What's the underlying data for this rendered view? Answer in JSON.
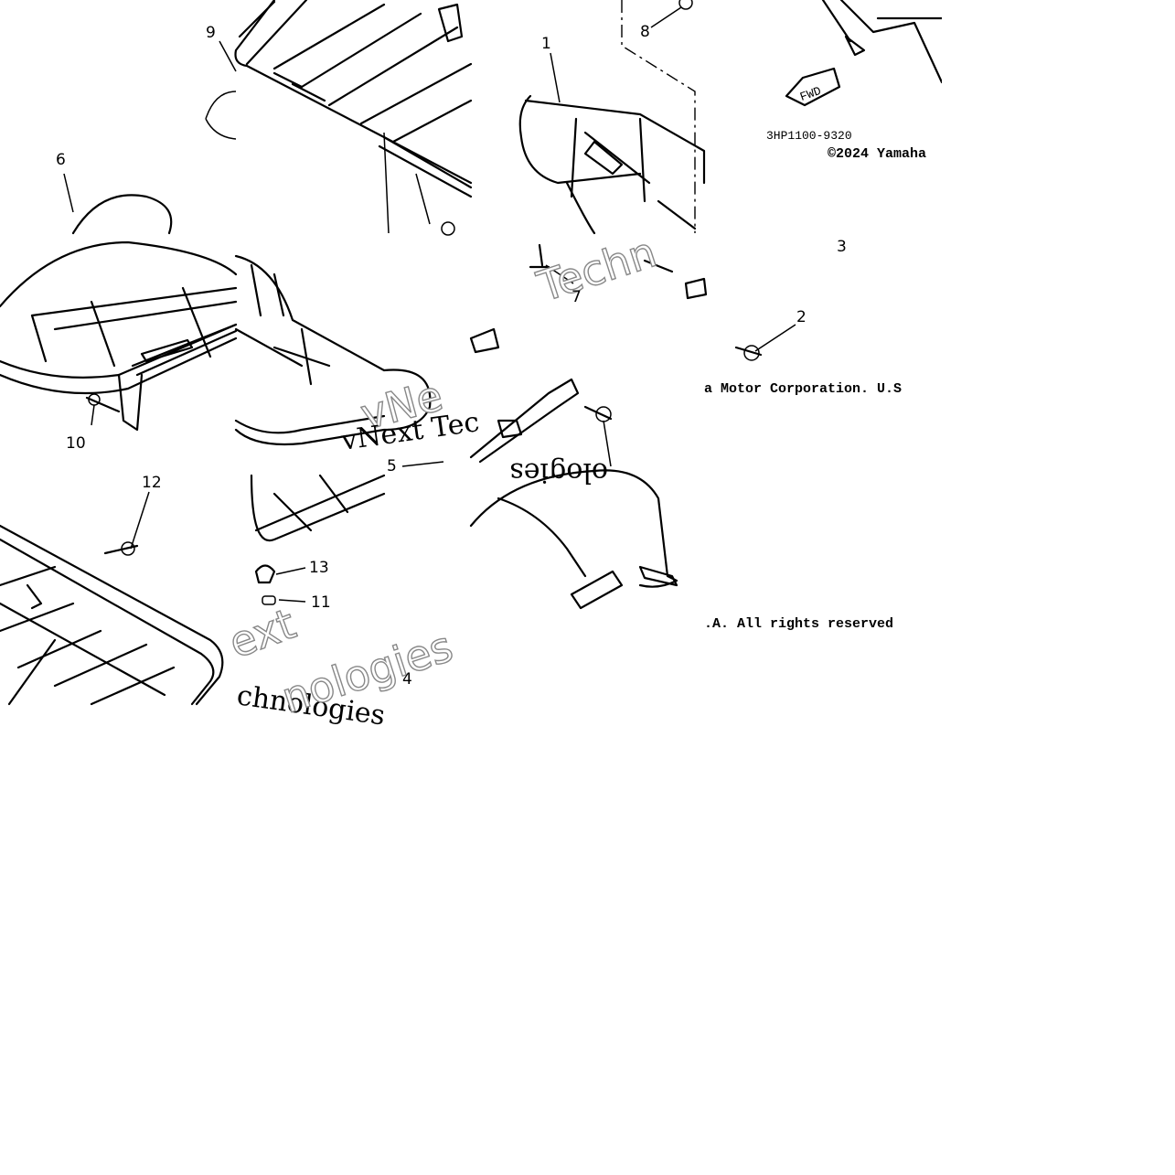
{
  "callouts": [
    "1",
    "2",
    "3",
    "4",
    "5",
    "6",
    "7",
    "8",
    "9",
    "10",
    "11",
    "12",
    "13"
  ],
  "drawing_code": "3HP1100-9320",
  "copyright_top": "©2024 Yamaha",
  "copyright_mid": "a Motor Corporation. U.S",
  "copyright_bottom": ".A. All rights reserved",
  "fwd_label": "FWD",
  "watermarks": [
    "Techn",
    "vNe",
    "vNext Tec",
    "ologies",
    "ext",
    "chnologies",
    "nologies"
  ]
}
